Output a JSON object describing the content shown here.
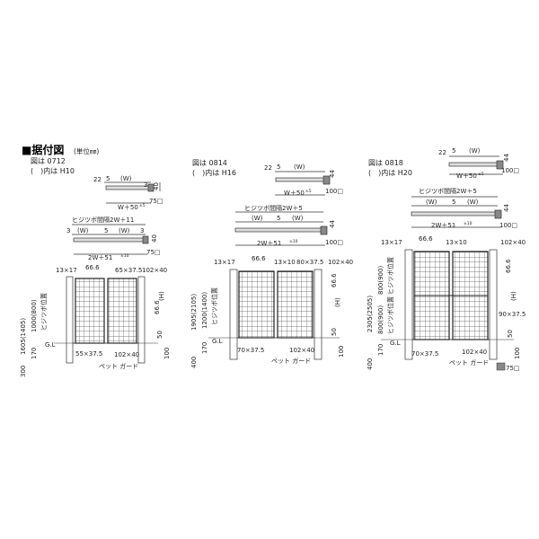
{
  "title": "■据付図",
  "unit": "(単位㎜)",
  "diagrams": [
    {
      "fig": "図は 0712",
      "paren": "(　)内は H10",
      "top": {
        "t1": "22",
        "t2": "5",
        "t3": "(W)",
        "t4": "3",
        "t5": "40",
        "t6": "W＋50",
        "t7": "±5",
        "t8": "75□"
      },
      "mid": {
        "pitch": "ヒジツボ間隔2W＋11",
        "a": "3",
        "b": "(W)",
        "c": "5",
        "d": "(W)",
        "e": "3",
        "f": "40",
        "g": "2W＋51",
        "h": "±10",
        "i": "75□"
      },
      "el": {
        "p1": "13×17",
        "p2": "66.6",
        "p3": "65×37.5",
        "p4": "102×40",
        "h1": "1605(1405)",
        "h2": "1000(800)",
        "h3": "ヒジツボ位置",
        "h4": "300",
        "h5": "170",
        "gl": "G.L",
        "r1": "66.6",
        "r2": "(H)",
        "r3": "50",
        "r4": "100",
        "b1": "55×37.5",
        "b2": "102×40",
        "b3": "ペット ガード"
      }
    },
    {
      "fig": "図は 0814",
      "paren": "(　)内は H16",
      "top": {
        "t1": "22",
        "t2": "5",
        "t3": "(W)",
        "t4": "44",
        "t5": "W＋50",
        "t6": "±5",
        "t7": "100□"
      },
      "mid": {
        "pitch": "ヒジツボ間隔2W＋5",
        "a": "(W)",
        "b": "5",
        "c": "(W)",
        "d": "44",
        "e": "2W＋51",
        "f": "±10",
        "g": "100□"
      },
      "el": {
        "p1": "13×17",
        "p2": "66.6",
        "p3": "13×10",
        "p4": "80×37.5",
        "p5": "102×40",
        "h1": "1905(2105)",
        "h2": "1200(1400)",
        "h3": "ヒジツボ位置",
        "h4": "400",
        "h5": "170",
        "gl": "G.L",
        "r1": "66.6",
        "r2": "(H)",
        "r3": "50",
        "r4": "100",
        "b1": "70×37.5",
        "b2": "102×40",
        "b3": "ペット ガード"
      }
    },
    {
      "fig": "図は 0818",
      "paren": "(　)内は H20",
      "top": {
        "t1": "22",
        "t2": "5",
        "t3": "(W)",
        "t4": "44",
        "t5": "W＋50",
        "t6": "±5",
        "t7": "100□"
      },
      "mid": {
        "pitch": "ヒジツボ間隔2W＋5",
        "a": "(W)",
        "b": "5",
        "c": "(W)",
        "d": "44",
        "e": "2W＋51",
        "f": "±10",
        "g": "100□"
      },
      "el": {
        "p1": "13×17",
        "p2": "66.6",
        "p3": "13×10",
        "p4": "102×40",
        "h1": "2305(2505)",
        "h2": "800(900)",
        "h3": "ヒジツボ位置",
        "h4": "800(900)",
        "h5": "ヒジツボ位置",
        "h6": "400",
        "h7": "170",
        "gl": "G.L",
        "r1": "66.6",
        "r2": "(H)",
        "r3": "90×37.5",
        "r4": "50",
        "r5": "100",
        "b1": "70×37.5",
        "b2": "102×40",
        "b3": "ペット ガード",
        "b4": "75□"
      }
    }
  ]
}
